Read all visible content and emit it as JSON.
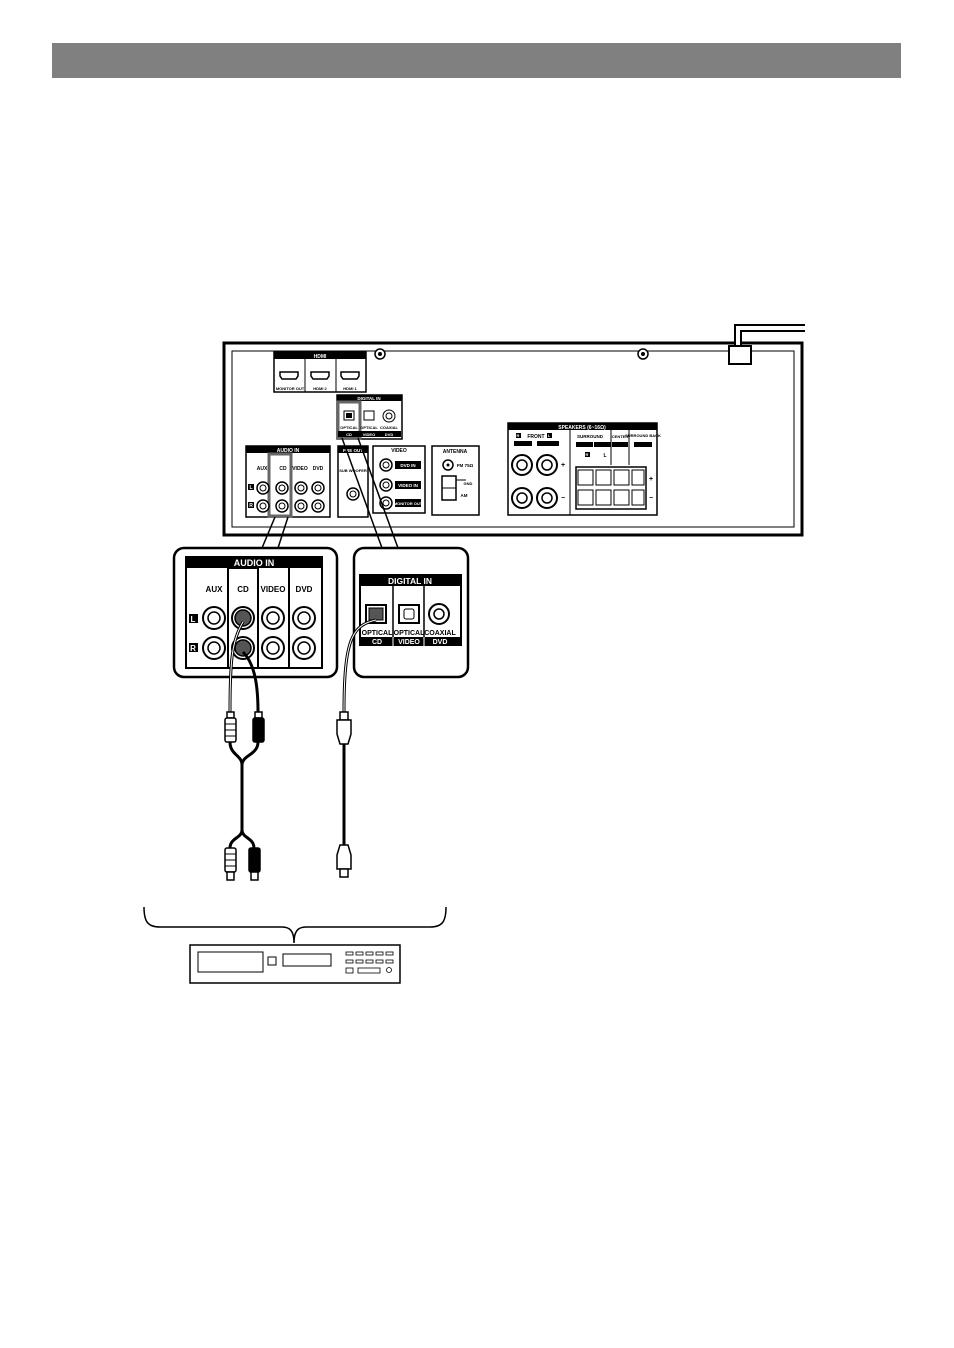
{
  "panel": {
    "hdmi": {
      "title": "HDMI",
      "ports": [
        "MONITOR OUT",
        "HDMI 2",
        "HDMI 1"
      ]
    },
    "digital_in": {
      "title": "DIGITAL IN",
      "ports": [
        "OPTICAL",
        "OPTICAL",
        "COAXIAL"
      ],
      "sources": [
        "CD",
        "VIDEO",
        "DVD"
      ]
    },
    "audio_in": {
      "title": "AUDIO IN",
      "columns": [
        "AUX",
        "CD",
        "VIDEO",
        "DVD"
      ],
      "rows": [
        "L",
        "R"
      ]
    },
    "preout": {
      "title": "PRE OUT",
      "label": "SUB WOOFER"
    },
    "video": {
      "title": "VIDEO",
      "ports": [
        "DVD IN",
        "VIDEO IN",
        "MONITOR OUT"
      ]
    },
    "antenna": {
      "title": "ANTENNA",
      "fm": "FM 75Ω",
      "gnd": "GND",
      "am": "AM"
    },
    "speakers": {
      "title": "SPEAKERS (6~16Ω)",
      "front": "FRONT",
      "front_l": "L",
      "front_r": "R",
      "surround": "SURROUND",
      "surround_l": "L",
      "surround_r": "R",
      "center": "CENTER",
      "surround_back": "SURROUND BACK",
      "plus": "+",
      "minus": "−"
    }
  },
  "zoom_audio": {
    "title": "AUDIO IN",
    "columns": [
      "AUX",
      "CD",
      "VIDEO",
      "DVD"
    ],
    "row_l": "L",
    "row_r": "R"
  },
  "zoom_digital": {
    "title": "DIGITAL IN",
    "ports": [
      "OPTICAL",
      "OPTICAL",
      "COAXIAL"
    ],
    "sources": [
      "CD",
      "VIDEO",
      "DVD"
    ]
  },
  "colors": {
    "header": "#808080",
    "ink": "#000000",
    "highlight": "#666666"
  }
}
